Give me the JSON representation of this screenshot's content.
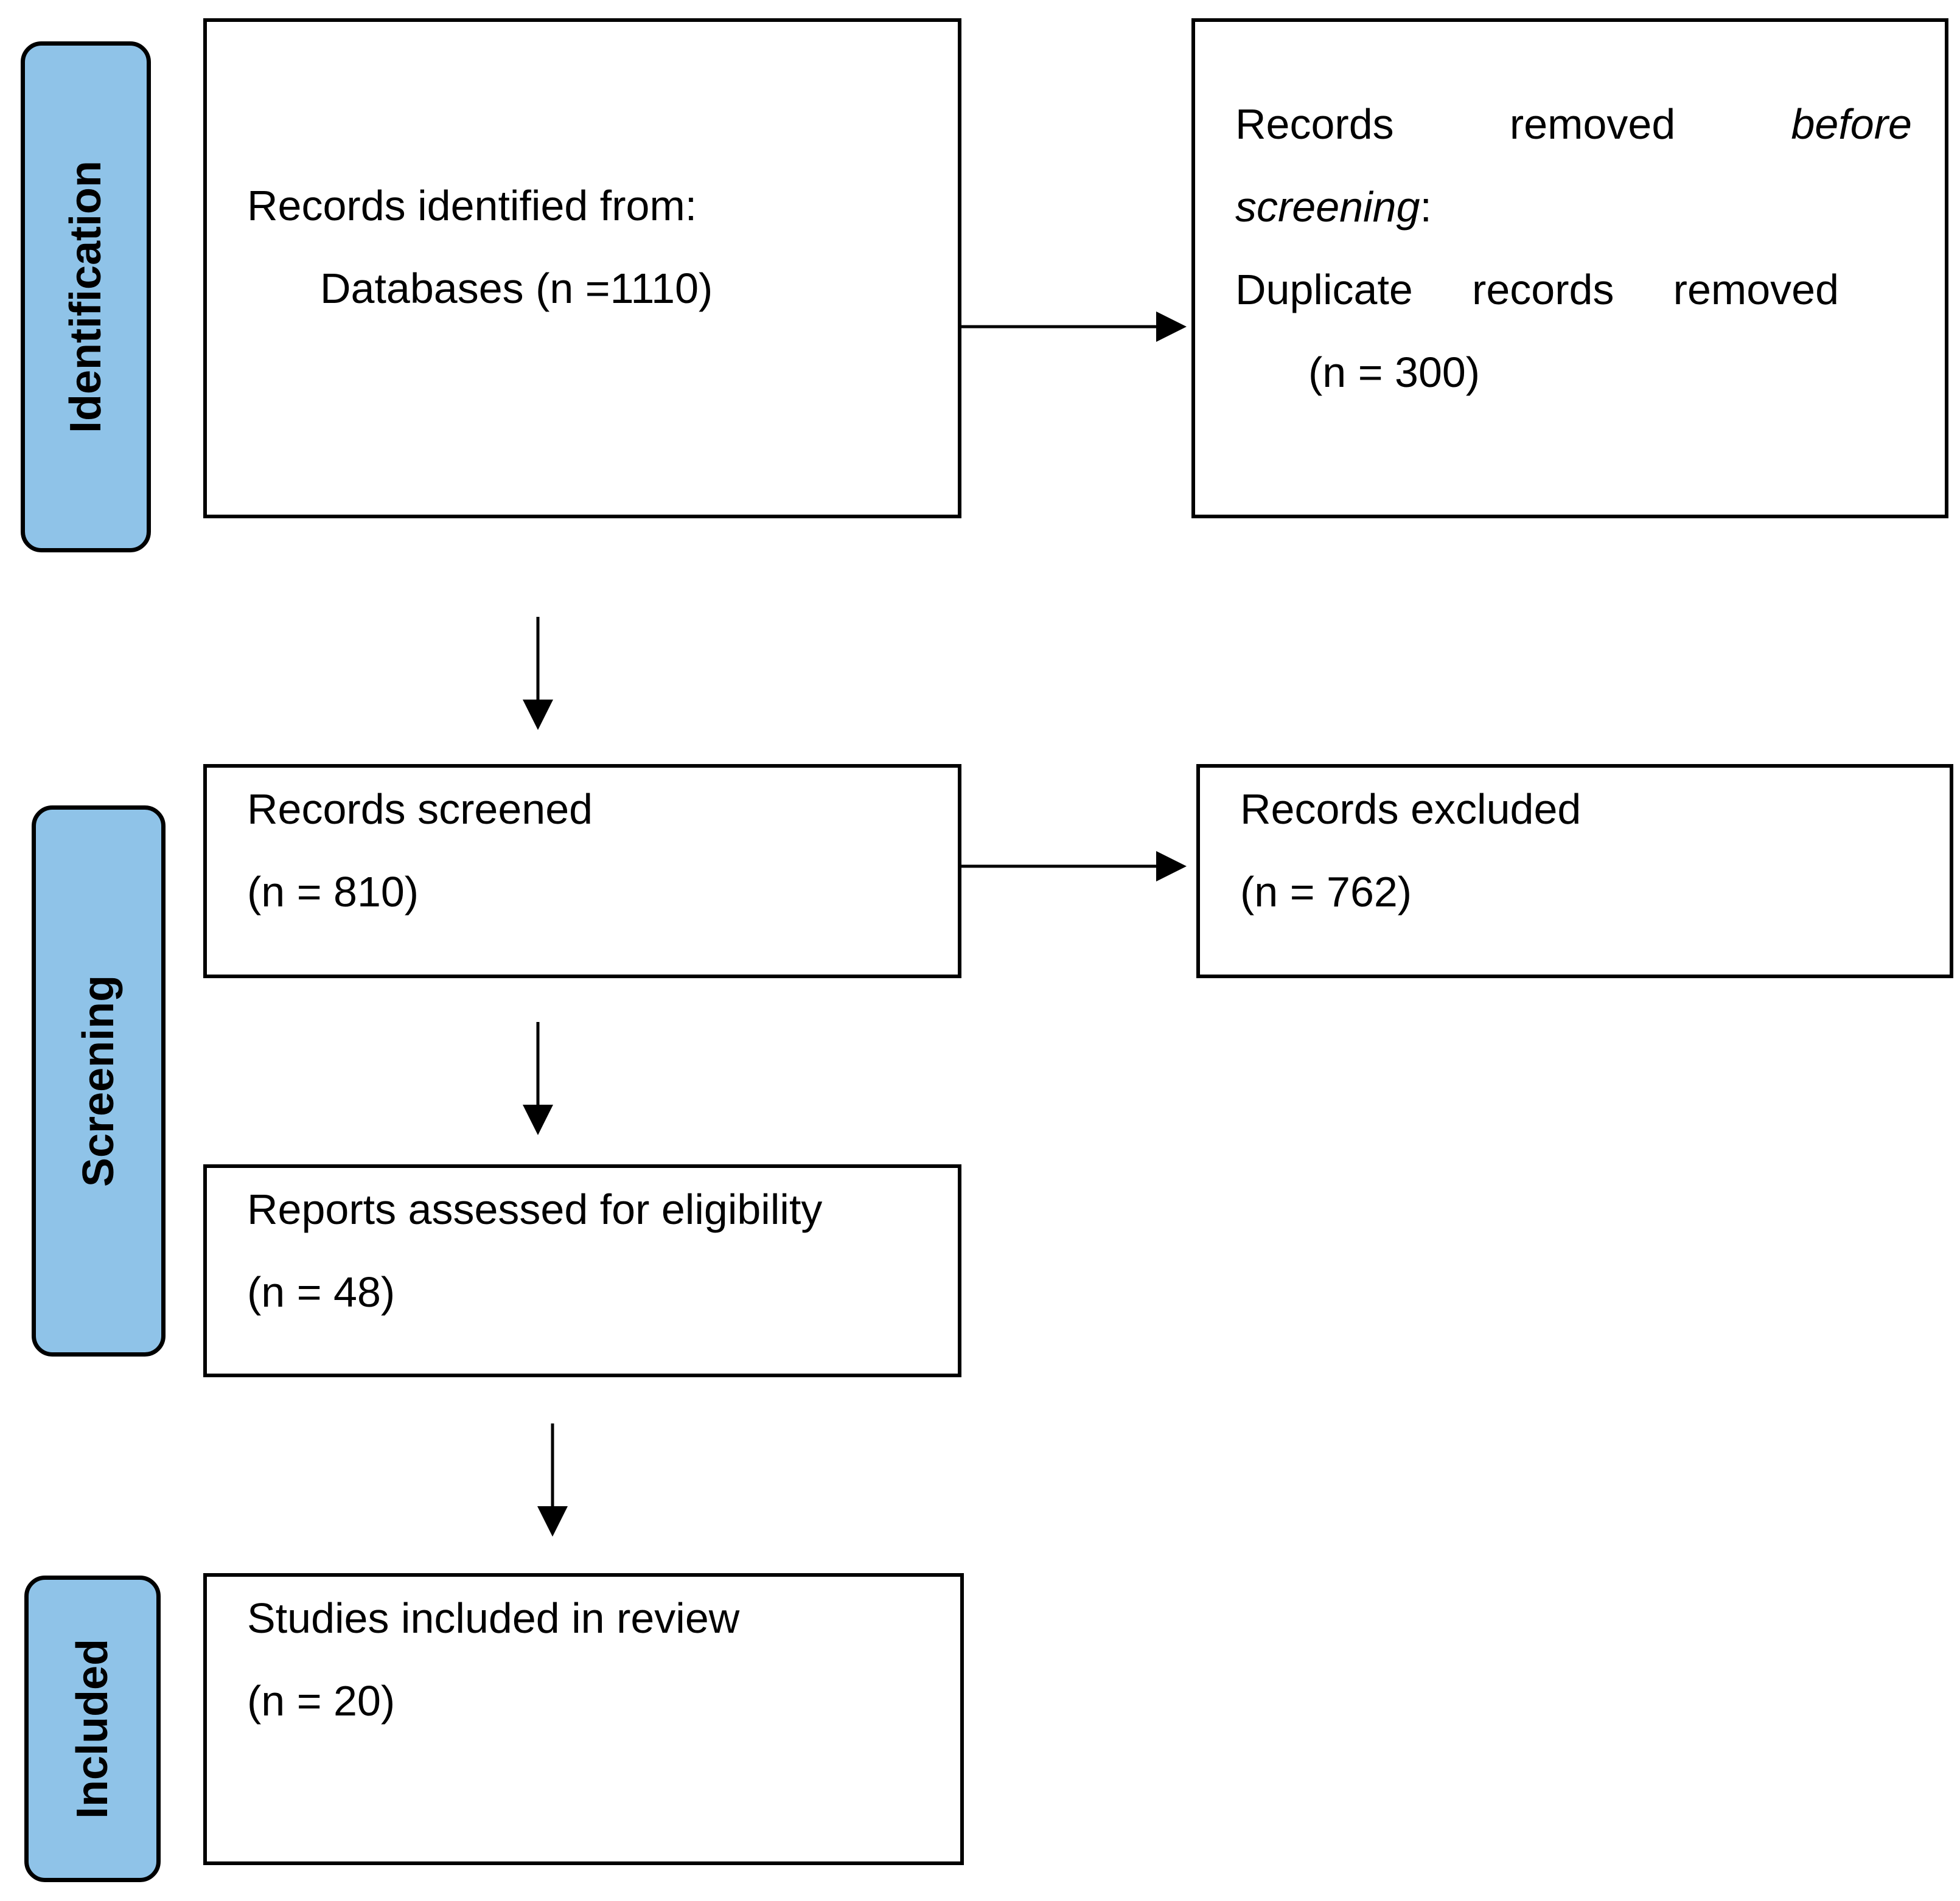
{
  "phases": {
    "identification": "Identification",
    "screening": "Screening",
    "included": "Included"
  },
  "boxes": {
    "identified": {
      "line1": "Records identified from:",
      "line2": "Databases (n =1110)"
    },
    "removed": {
      "w1": "Records",
      "w2": "removed",
      "w3": "before",
      "w4": "screening",
      "w4_suffix": ":",
      "w5": "Duplicate",
      "w6": "records",
      "w7": "removed",
      "line4": "(n = 300)"
    },
    "screened": {
      "line1": "Records screened",
      "line2": "(n = 810)"
    },
    "excluded": {
      "line1": "Records excluded",
      "line2": "(n = 762)"
    },
    "assessed": {
      "line1": "Reports assessed for eligibility",
      "line2": "(n = 48)"
    },
    "included": {
      "line1": "Studies included in review",
      "line2": "(n = 20)"
    }
  },
  "colors": {
    "phase_fill": "#8fc3e8",
    "stroke": "#000000"
  }
}
